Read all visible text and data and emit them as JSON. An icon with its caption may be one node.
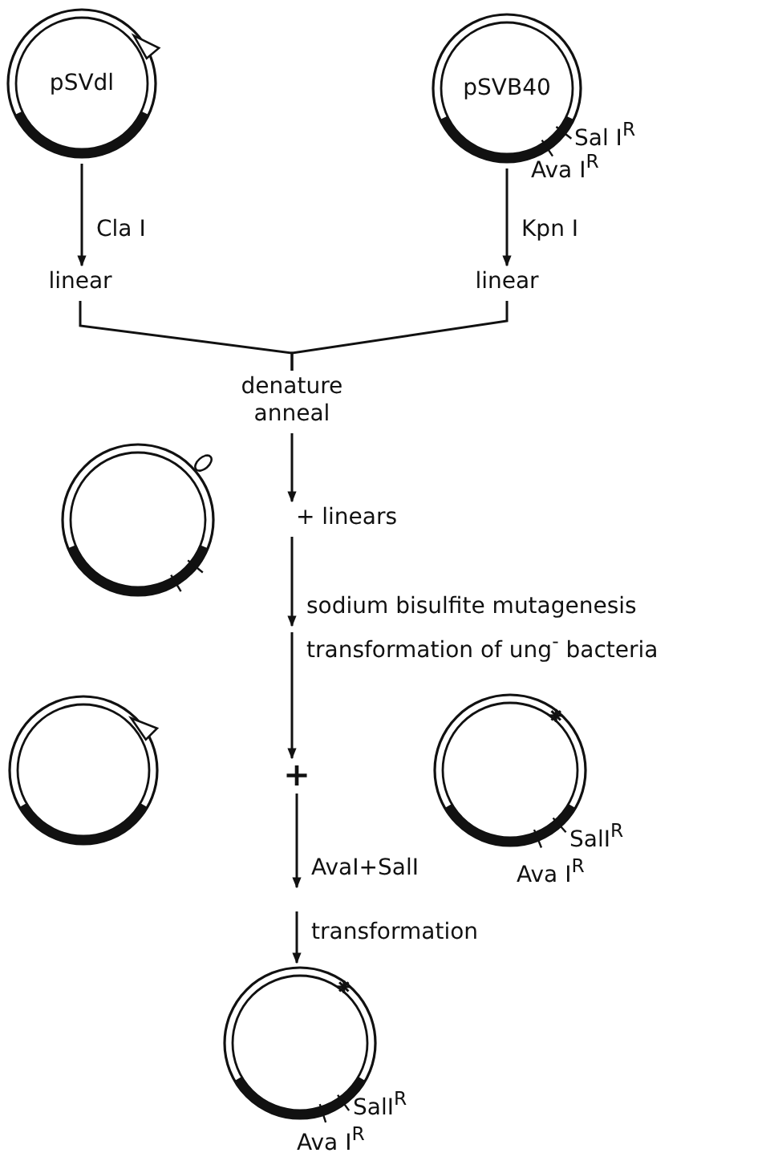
{
  "diagram": {
    "nodes": [
      {
        "text": [
          "pSVdl"
        ]
      },
      {
        "text": [
          "pSVB40"
        ],
        "beside": [
          "Sal I$^{R}$",
          "Ava I$^{R}$"
        ]
      },
      {
        "text": [
          "linear"
        ]
      },
      {
        "text": [
          "linear"
        ]
      },
      {
        "text": [
          "denature anneal"
        ]
      },
      {
        "text": [],
        "shape": "circle"
      },
      {
        "text": [
          "+ linears"
        ]
      },
      {
        "text": [],
        "shape": "circle"
      },
      {
        "text": [
          "+"
        ]
      },
      {
        "text": [],
        "shape": "circle",
        "beside": [
          "SalI$^{R}$",
          "Ava I$^{R}$"
        ]
      },
      {
        "text": [],
        "shape": "circle",
        "beside": [
          "SalI$^{R}$",
          "Ava I$^{R}$"
        ]
      }
    ],
    "edges": [
      {
        "from": 0,
        "to": 2,
        "arrow": "to",
        "label": "Cla I"
      },
      {
        "from": 1,
        "to": 3,
        "arrow": "to",
        "label": "Kpn I"
      },
      {
        "from": 2,
        "to": 4,
        "arrow": "none"
      },
      {
        "from": 3,
        "to": 4,
        "arrow": "none"
      },
      {
        "from": 4,
        "to": 6,
        "arrow": "to"
      },
      {
        "from": 6,
        "to": null,
        "arrow": "to",
        "label": "sodium bisulfite mutagenesis"
      },
      {
        "from": null,
        "to": 8,
        "arrow": "to",
        "label": "transformation of ung$^{-}$ bacteria"
      },
      {
        "from": 8,
        "to": null,
        "arrow": "to",
        "label": "AvaI+SalI"
      },
      {
        "from": null,
        "to": 10,
        "arrow": "to",
        "label": "transformation"
      }
    ]
  }
}
